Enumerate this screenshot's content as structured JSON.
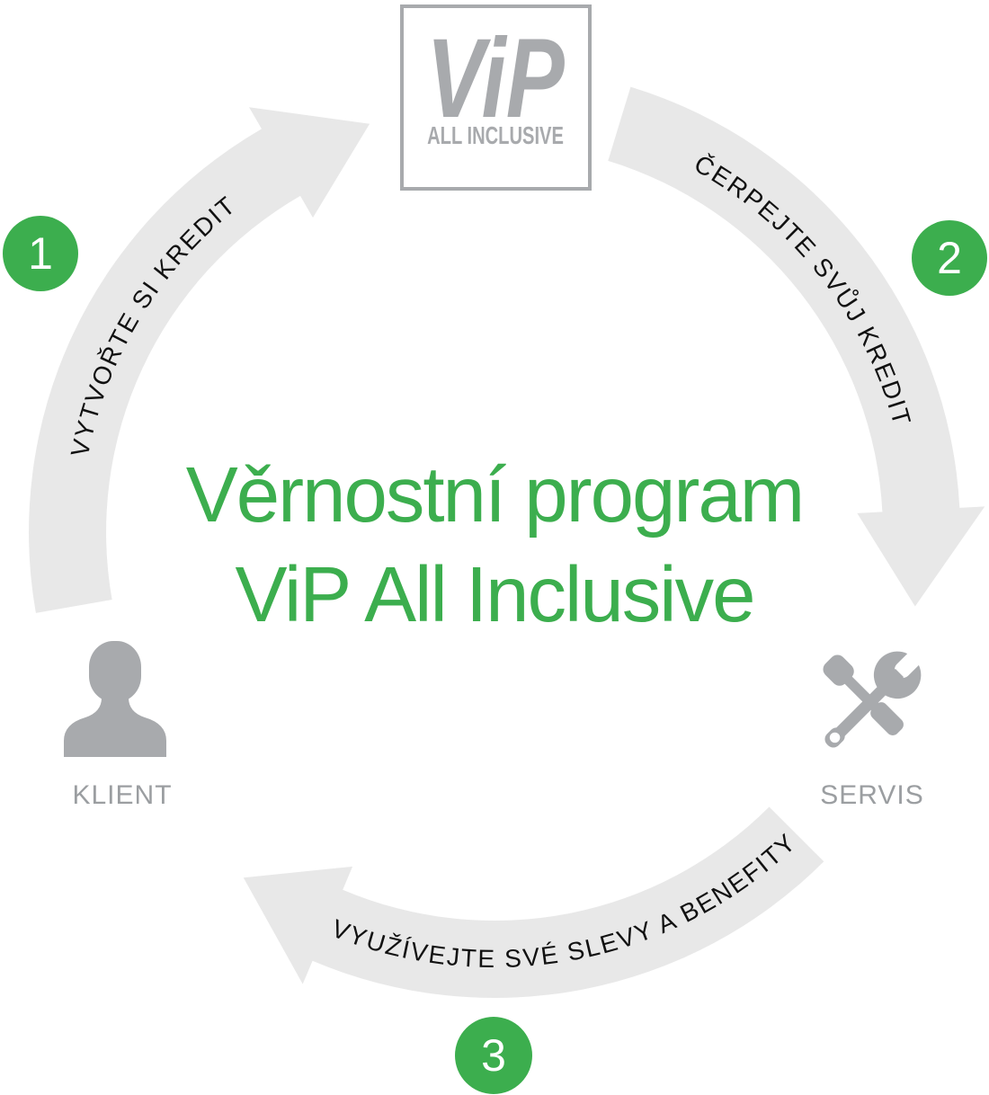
{
  "diagram": {
    "title_line1": "Věrnostní program",
    "title_line2": "ViP All Inclusive",
    "logo": {
      "brand": "ViP",
      "subtitle": "ALL INCLUSIVE"
    },
    "steps": [
      {
        "number": "1",
        "label": "VYTVOŘTE SI KREDIT"
      },
      {
        "number": "2",
        "label": "ČERPEJTE SVŮJ KREDIT"
      },
      {
        "number": "3",
        "label": "VYUŽÍVEJTE SVÉ SLEVY A BENEFITY"
      }
    ],
    "nodes": {
      "client": {
        "label": "KLIENT"
      },
      "service": {
        "label": "SERVIS"
      }
    },
    "colors": {
      "accent_green": "#3cae4e",
      "arrow_gray": "#e8e8e8",
      "icon_gray": "#a8aaad",
      "node_label_gray": "#9b9ea1",
      "arc_text": "#111111"
    }
  }
}
